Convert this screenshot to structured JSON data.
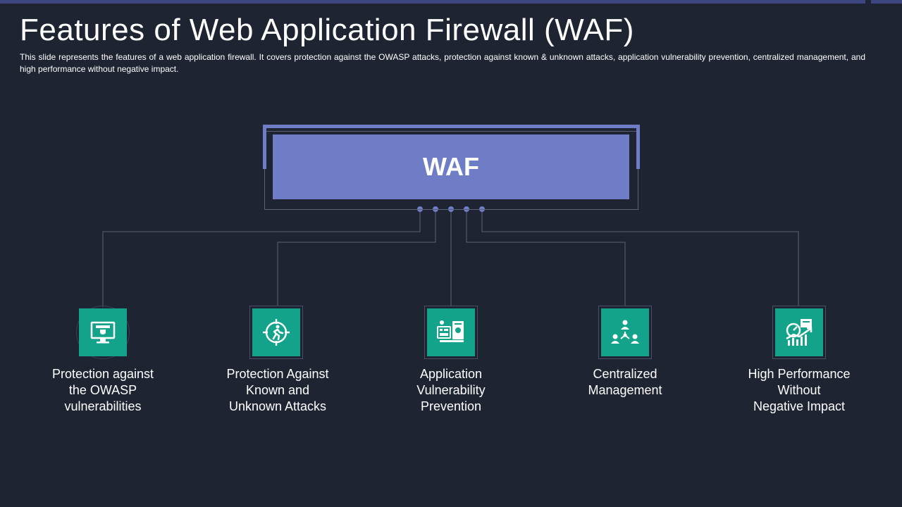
{
  "slide": {
    "title": "Features of Web Application Firewall (WAF)",
    "description": "This slide represents the features of a web application firewall. It covers protection against the OWASP attacks, protection against known & unknown attacks, application vulnerability prevention, centralized management, and high performance without negative impact."
  },
  "diagram": {
    "root_label": "WAF",
    "features": [
      {
        "label": "Protection against\nthe OWASP\nvulnerabilities",
        "icon": "web-shield-icon"
      },
      {
        "label": "Protection Against\nKnown and\nUnknown Attacks",
        "icon": "target-runner-icon"
      },
      {
        "label": "Application\nVulnerability\nPrevention",
        "icon": "app-devices-icon"
      },
      {
        "label": "Centralized\nManagement",
        "icon": "network-people-icon"
      },
      {
        "label": "High Performance\nWithout\nNegative Impact",
        "icon": "performance-gauge-icon"
      }
    ]
  },
  "colors": {
    "background": "#1f2433",
    "accent": "#6f7dc7",
    "icon_tile": "#13a38b"
  }
}
